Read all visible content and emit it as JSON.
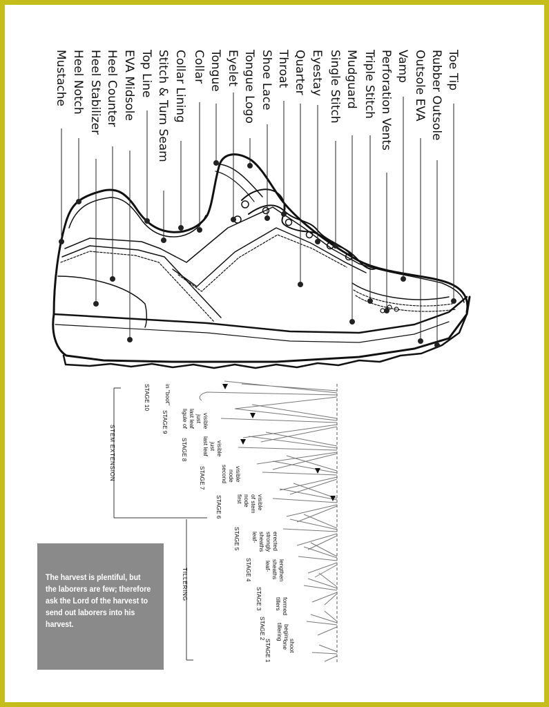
{
  "shoe_diagram": {
    "labels": [
      "Toe Tip",
      "Rubber Outsole",
      "Outsole EVA",
      "Vamp",
      "Perforation Vents",
      "Triple Stitch",
      "Mudguard",
      "Single Stitch",
      "Eyestay",
      "Quarter",
      "Throat",
      "Shoe Lace",
      "Tongue Logo",
      "Eyelet",
      "Tongue",
      "Collar",
      "Collar Lining",
      "Stitch & Turn Seam",
      "Top Line",
      "EVA Midsole",
      "Heel Counter",
      "Heel Stabilizer",
      "Heel Notch",
      "Mustache"
    ]
  },
  "growth_diagram": {
    "groups": [
      "STEM EXTENSION",
      "TILLERING"
    ],
    "stages": [
      {
        "label": "STAGE",
        "number": "1",
        "desc": [
          "one",
          "shoot"
        ]
      },
      {
        "label": "STAGE",
        "number": "2",
        "desc": [
          "tillering",
          "begins"
        ]
      },
      {
        "label": "STAGE",
        "number": "3",
        "desc": [
          "tillers",
          "formed"
        ]
      },
      {
        "label": "STAGE",
        "number": "4",
        "desc": [
          "leaf-",
          "sheaths",
          "lengthen"
        ]
      },
      {
        "label": "STAGE",
        "number": "5",
        "desc": [
          "leaf-",
          "sheaths",
          "strongly",
          "erected"
        ]
      },
      {
        "label": "STAGE",
        "number": "6",
        "desc": [
          "first",
          "node",
          "of stem",
          "visible"
        ]
      },
      {
        "label": "STAGE",
        "number": "7",
        "desc": [
          "second",
          "node",
          "visible"
        ]
      },
      {
        "label": "STAGE",
        "number": "8",
        "desc": [
          "last leaf",
          "just",
          "visible"
        ]
      },
      {
        "label": "STAGE",
        "number": "9",
        "desc": [
          "ligule of",
          "last leaf",
          "just",
          "visible"
        ]
      },
      {
        "label": "STAGE",
        "number": "10",
        "desc": [
          "in \"boot\""
        ]
      }
    ]
  },
  "quote": {
    "text": "The harvest is plentiful, but the laborers are few; therefore ask the Lord of the harvest to send out laborers into his harvest."
  },
  "colors": {
    "frame": "#c4bd1c",
    "quote_box": "#8a8a8a"
  }
}
